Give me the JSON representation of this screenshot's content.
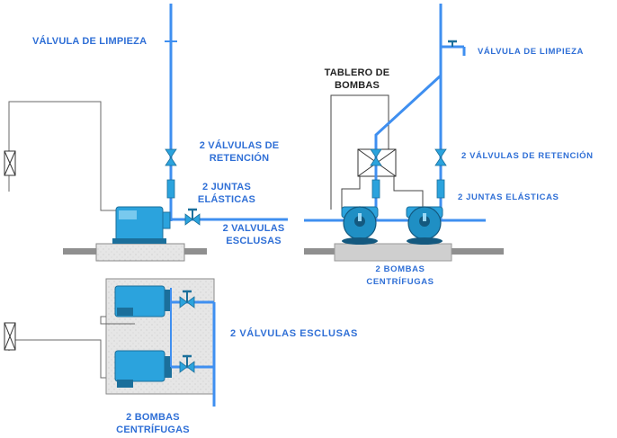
{
  "colors": {
    "pipe": "#3f8ff0",
    "pump": "#2ba3dd",
    "pump_dark": "#1b6f9b",
    "label": "#2f6fd6",
    "panel_label": "#222222",
    "base": "#d9d9d9"
  },
  "labels": {
    "top_left_cleaning_valve": "VÁLVULA DE LIMPIEZA",
    "left_check_valves_line1": "2 VÁLVULAS DE",
    "left_check_valves_line2": "RETENCIÓN",
    "left_joints_line1": "2 JUNTAS",
    "left_joints_line2": "ELÁSTICAS",
    "left_gate_valves_line1": "2 VALVULAS",
    "left_gate_valves_line2": "ESCLUSAS",
    "panel_line1": "TABLERO DE",
    "panel_line2": "BOMBAS",
    "right_cleaning_valve": "VÁLVULA DE LIMPIEZA",
    "right_check_valves": "2 VÁLVULAS DE RETENCIÓN",
    "right_joints": "2 JUNTAS ELÁSTICAS",
    "right_pumps_line1": "2 BOMBAS",
    "right_pumps_line2": "CENTRÍFUGAS",
    "bottom_gate_valves": "2 VÁLVULAS ESCLUSAS",
    "bottom_pumps_line1": "2 BOMBAS",
    "bottom_pumps_line2": "CENTRÍFUGAS"
  }
}
